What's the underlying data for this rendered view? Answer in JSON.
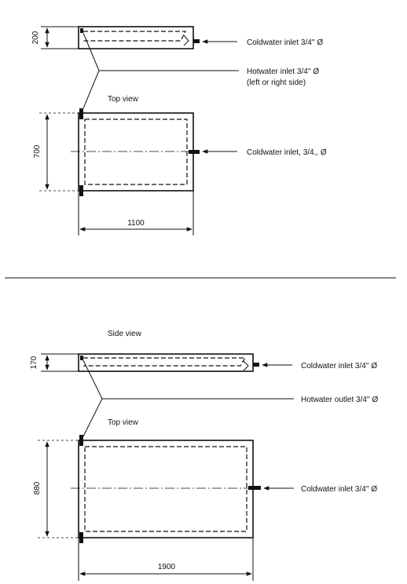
{
  "upper": {
    "height_dim": "200",
    "coldwater_inlet_top": "Coldwater inlet  3/4'' Ø",
    "hotwater_inlet": "Hotwater inlet 3/4'' Ø",
    "hotwater_inlet_note": "(left or right side)",
    "top_view_label": "Top view",
    "width_dim": "700",
    "coldwater_inlet_side": "Coldwater inlet, 3/4,, Ø",
    "length_dim": "1100"
  },
  "lower": {
    "side_view_label": "Side view",
    "height_dim": "170",
    "coldwater_inlet_top": "Coldwater inlet 3/4'' Ø",
    "hotwater_outlet": "Hotwater outlet 3/4'' Ø",
    "top_view_label": "Top view",
    "width_dim": "880",
    "coldwater_inlet_side": "Coldwater inlet 3/4'' Ø",
    "length_dim": "1900"
  }
}
